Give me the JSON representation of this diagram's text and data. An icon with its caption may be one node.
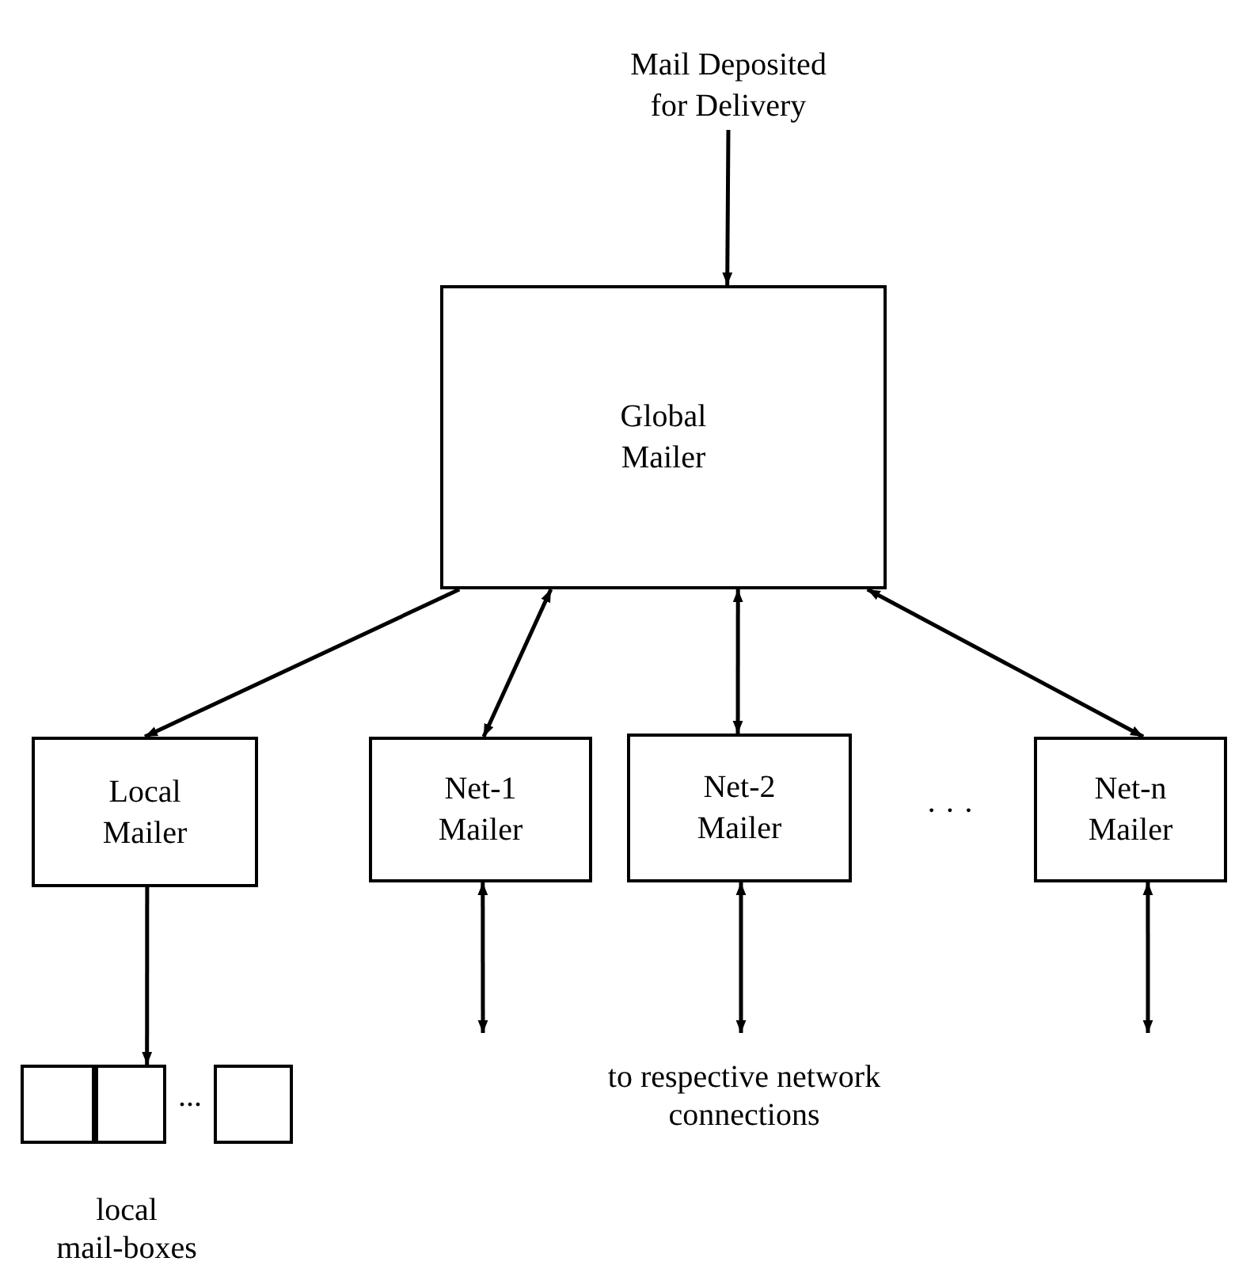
{
  "diagram": {
    "nodes": [
      {
        "text": [
          "Mail Deposited for Delivery"
        ]
      },
      {
        "text": [
          "Global Mailer"
        ]
      },
      {
        "text": [
          "Local Mailer"
        ]
      },
      {
        "text": [
          "Net-1 Mailer"
        ]
      },
      {
        "text": [
          "Net-2 Mailer"
        ]
      },
      {
        "text": [
          "Net-n Mailer"
        ]
      },
      {
        "text": [],
        "shape": "box"
      },
      {
        "text": [],
        "shape": "box"
      },
      {
        "text": [],
        "shape": "box"
      }
    ],
    "edges": [
      {
        "from": 0,
        "to": 1,
        "arrow": "to"
      },
      {
        "from": 1,
        "to": 2,
        "arrow": "to"
      },
      {
        "from": 1,
        "to": 3,
        "arrow": "both"
      },
      {
        "from": 1,
        "to": 4,
        "arrow": "both"
      },
      {
        "from": 1,
        "to": 5,
        "arrow": "both"
      },
      {
        "from": 2,
        "to": 7,
        "arrow": "to"
      },
      {
        "from": 3,
        "to": null,
        "arrow": "both"
      },
      {
        "from": 4,
        "to": null,
        "arrow": "both"
      },
      {
        "from": 5,
        "to": null,
        "arrow": "both"
      }
    ],
    "labels": [
      "· · ·",
      "to respective network connections",
      "...",
      "local mail-boxes"
    ]
  }
}
